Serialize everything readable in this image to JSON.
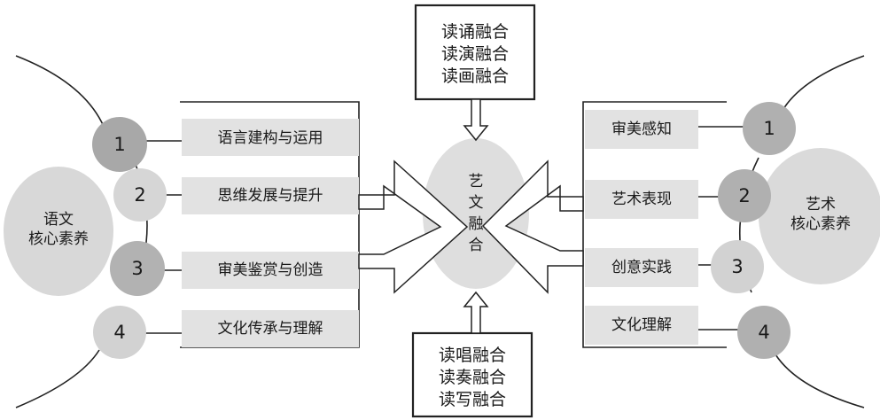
{
  "left_core": "语文\n核心素养",
  "right_core": "艺术\n核心素养",
  "center": "艺\n文\n融\n合",
  "top_box": "读诵融合\n读演融合\n读画融合",
  "bottom_box": "读唱融合\n读奏融合\n读写融合",
  "left_items": [
    {
      "num": "1",
      "label": "语言建构与运用"
    },
    {
      "num": "2",
      "label": "思维发展与提升"
    },
    {
      "num": "3",
      "label": "审美鉴赏与创造"
    },
    {
      "num": "4",
      "label": "文化传承与理解"
    }
  ],
  "right_items": [
    {
      "num": "1",
      "label": "审美感知"
    },
    {
      "num": "2",
      "label": "艺术表现"
    },
    {
      "num": "3",
      "label": "创意实践"
    },
    {
      "num": "4",
      "label": "文化理解"
    }
  ]
}
